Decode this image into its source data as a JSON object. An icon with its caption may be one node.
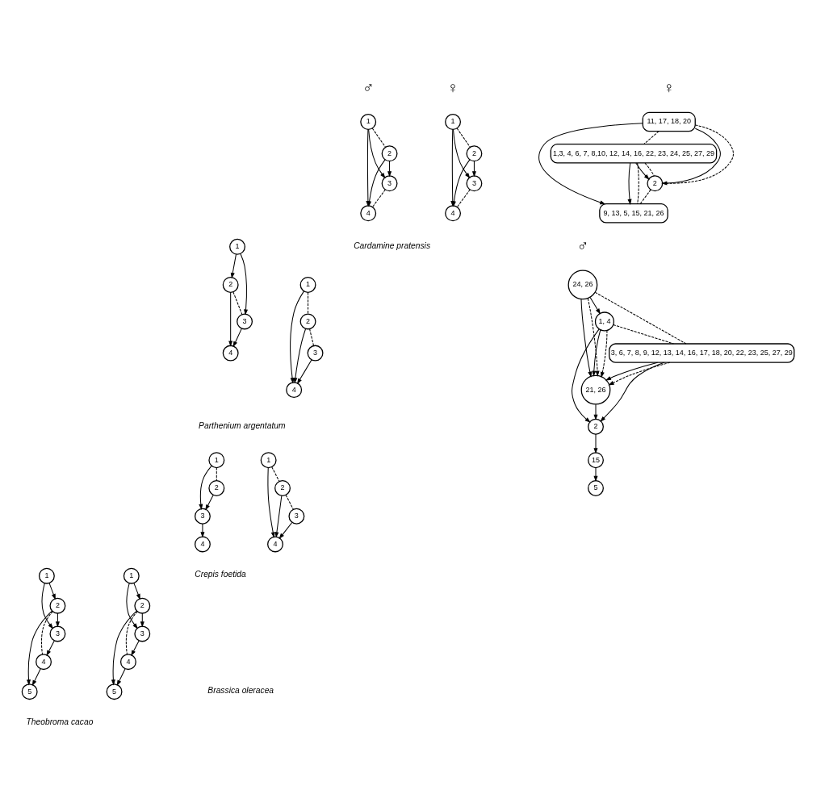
{
  "diagram": {
    "nodes": [
      {
        "text": [
          "1"
        ]
      },
      {
        "text": [
          "3"
        ]
      },
      {
        "text": [
          "2"
        ]
      },
      {
        "text": [
          "4"
        ]
      },
      {
        "text": [
          "1"
        ]
      },
      {
        "text": [
          "3"
        ]
      },
      {
        "text": [
          "2"
        ]
      },
      {
        "text": [
          "4"
        ]
      },
      {
        "text": [
          "1"
        ]
      },
      {
        "text": [
          "2"
        ]
      },
      {
        "text": [
          "4"
        ]
      },
      {
        "text": [
          "3"
        ]
      },
      {
        "text": [
          "2"
        ]
      },
      {
        "text": [
          "1"
        ]
      },
      {
        "text": [
          "4"
        ]
      },
      {
        "text": [
          "3"
        ]
      },
      {
        "text": [
          "1"
        ]
      },
      {
        "text": [
          "2"
        ]
      },
      {
        "text": [
          "4"
        ]
      },
      {
        "text": [
          "3"
        ]
      },
      {
        "text": [
          "1"
        ]
      },
      {
        "text": [
          "3"
        ]
      },
      {
        "text": [
          "4"
        ]
      },
      {
        "text": [
          "2"
        ]
      },
      {
        "text": [
          "2"
        ]
      },
      {
        "text": [
          "5"
        ]
      },
      {
        "text": [
          "1"
        ]
      },
      {
        "text": [
          "4"
        ]
      },
      {
        "text": [
          "3"
        ]
      },
      {
        "text": [
          "2"
        ]
      },
      {
        "text": [
          "5"
        ]
      },
      {
        "text": [
          "1"
        ]
      },
      {
        "text": [
          "4"
        ]
      },
      {
        "text": [
          "3"
        ]
      },
      {
        "text": [
          "11, 17, 18, 20"
        ]
      },
      {
        "text": [
          "2"
        ]
      },
      {
        "text": [
          "1,3, 4, 6, 7, 8,10, 12, 14, 16, 22, 23, 24, 25, 27, 29"
        ]
      },
      {
        "text": [
          "9, 13, 5, 15, 21, 26"
        ]
      },
      {
        "text": [
          "24, 26"
        ]
      },
      {
        "text": [
          "3, 6, 7, 8, 9, 12, 13, 14, 16, 17, 18, 20, 22, 23, 25, 27, 29"
        ]
      },
      {
        "text": [
          "1, 4"
        ]
      },
      {
        "text": [
          "21, 26"
        ]
      },
      {
        "text": [
          "2"
        ]
      },
      {
        "text": [
          "15"
        ]
      },
      {
        "text": [
          "5"
        ]
      }
    ],
    "edges": [
      {
        "from": 0,
        "to": 1,
        "arrow": "to"
      },
      {
        "from": 0,
        "to": 3,
        "arrow": "to"
      },
      {
        "from": 2,
        "to": 1,
        "arrow": "to"
      },
      {
        "from": 2,
        "to": 3,
        "arrow": "to"
      },
      {
        "from": 0,
        "to": 2,
        "arrow": "none",
        "style": "dashed"
      },
      {
        "from": 1,
        "to": 3,
        "arrow": "none",
        "style": "dashed"
      },
      {
        "from": 4,
        "to": 5,
        "arrow": "to"
      },
      {
        "from": 4,
        "to": 7,
        "arrow": "to"
      },
      {
        "from": 6,
        "to": 5,
        "arrow": "to"
      },
      {
        "from": 6,
        "to": 7,
        "arrow": "to"
      },
      {
        "from": 4,
        "to": 6,
        "arrow": "none",
        "style": "dashed"
      },
      {
        "from": 5,
        "to": 7,
        "arrow": "none",
        "style": "dashed"
      },
      {
        "from": 8,
        "to": 10,
        "arrow": "to"
      },
      {
        "from": 9,
        "to": 10,
        "arrow": "to"
      },
      {
        "from": 11,
        "to": 10,
        "arrow": "to"
      },
      {
        "from": 8,
        "to": 9,
        "arrow": "none",
        "style": "dashed"
      },
      {
        "from": 9,
        "to": 11,
        "arrow": "none",
        "style": "dashed"
      },
      {
        "from": 13,
        "to": 12,
        "arrow": "to"
      },
      {
        "from": 13,
        "to": 15,
        "arrow": "to"
      },
      {
        "from": 12,
        "to": 14,
        "arrow": "to"
      },
      {
        "from": 15,
        "to": 14,
        "arrow": "to"
      },
      {
        "from": 12,
        "to": 15,
        "arrow": "none",
        "style": "dashed"
      },
      {
        "from": 16,
        "to": 18,
        "arrow": "to"
      },
      {
        "from": 17,
        "to": 18,
        "arrow": "to"
      },
      {
        "from": 19,
        "to": 18,
        "arrow": "to"
      },
      {
        "from": 16,
        "to": 17,
        "arrow": "none",
        "style": "dashed"
      },
      {
        "from": 17,
        "to": 19,
        "arrow": "none",
        "style": "dashed"
      },
      {
        "from": 20,
        "to": 21,
        "arrow": "to"
      },
      {
        "from": 23,
        "to": 21,
        "arrow": "to"
      },
      {
        "from": 21,
        "to": 22,
        "arrow": "to"
      },
      {
        "from": 20,
        "to": 23,
        "arrow": "none",
        "style": "dashed"
      },
      {
        "from": 26,
        "to": 24,
        "arrow": "to"
      },
      {
        "from": 26,
        "to": 28,
        "arrow": "to"
      },
      {
        "from": 24,
        "to": 25,
        "arrow": "to"
      },
      {
        "from": 24,
        "to": 28,
        "arrow": "to"
      },
      {
        "from": 24,
        "to": 27,
        "arrow": "none",
        "style": "dashed"
      },
      {
        "from": 28,
        "to": 27,
        "arrow": "to"
      },
      {
        "from": 27,
        "to": 25,
        "arrow": "to"
      },
      {
        "from": 31,
        "to": 29,
        "arrow": "to"
      },
      {
        "from": 31,
        "to": 33,
        "arrow": "to"
      },
      {
        "from": 29,
        "to": 30,
        "arrow": "to"
      },
      {
        "from": 29,
        "to": 33,
        "arrow": "to"
      },
      {
        "from": 29,
        "to": 32,
        "arrow": "none",
        "style": "dashed"
      },
      {
        "from": 33,
        "to": 32,
        "arrow": "to"
      },
      {
        "from": 32,
        "to": 30,
        "arrow": "to"
      },
      {
        "from": 34,
        "to": 35,
        "arrow": "to"
      },
      {
        "from": 34,
        "to": 35,
        "arrow": "none",
        "style": "dashed"
      },
      {
        "from": 34,
        "to": 37,
        "arrow": "to"
      },
      {
        "from": 34,
        "to": 36,
        "arrow": "none",
        "style": "dashed"
      },
      {
        "from": 36,
        "to": 35,
        "arrow": "to"
      },
      {
        "from": 36,
        "to": 35,
        "arrow": "none",
        "style": "dashed"
      },
      {
        "from": 36,
        "to": 37,
        "arrow": "to"
      },
      {
        "from": 36,
        "to": 37,
        "arrow": "none",
        "style": "dashed"
      },
      {
        "from": 35,
        "to": 37,
        "arrow": "none",
        "style": "dashed"
      },
      {
        "from": 38,
        "to": 40,
        "arrow": "to"
      },
      {
        "from": 38,
        "to": 39,
        "arrow": "none",
        "style": "dashed"
      },
      {
        "from": 38,
        "to": 41,
        "arrow": "to"
      },
      {
        "from": 38,
        "to": 41,
        "arrow": "to",
        "style": "dashed"
      },
      {
        "from": 40,
        "to": 39,
        "arrow": "none",
        "style": "dashed"
      },
      {
        "from": 40,
        "to": 41,
        "arrow": "to"
      },
      {
        "from": 40,
        "to": 41,
        "arrow": "to",
        "style": "dashed"
      },
      {
        "from": 40,
        "to": 42,
        "arrow": "to"
      },
      {
        "from": 39,
        "to": 41,
        "arrow": "to"
      },
      {
        "from": 39,
        "to": 41,
        "arrow": "to",
        "style": "dashed"
      },
      {
        "from": 39,
        "to": 42,
        "arrow": "to"
      },
      {
        "from": 41,
        "to": 42,
        "arrow": "to"
      },
      {
        "from": 42,
        "to": 43,
        "arrow": "to"
      },
      {
        "from": 43,
        "to": 44,
        "arrow": "to"
      }
    ],
    "labels": [
      "♀",
      "♂",
      "♀",
      "Cardamine pratensis",
      "♂",
      "Parthenium argentatum",
      "Crepis foetida",
      "Theobroma cacao",
      "Brassica oleracea"
    ]
  }
}
